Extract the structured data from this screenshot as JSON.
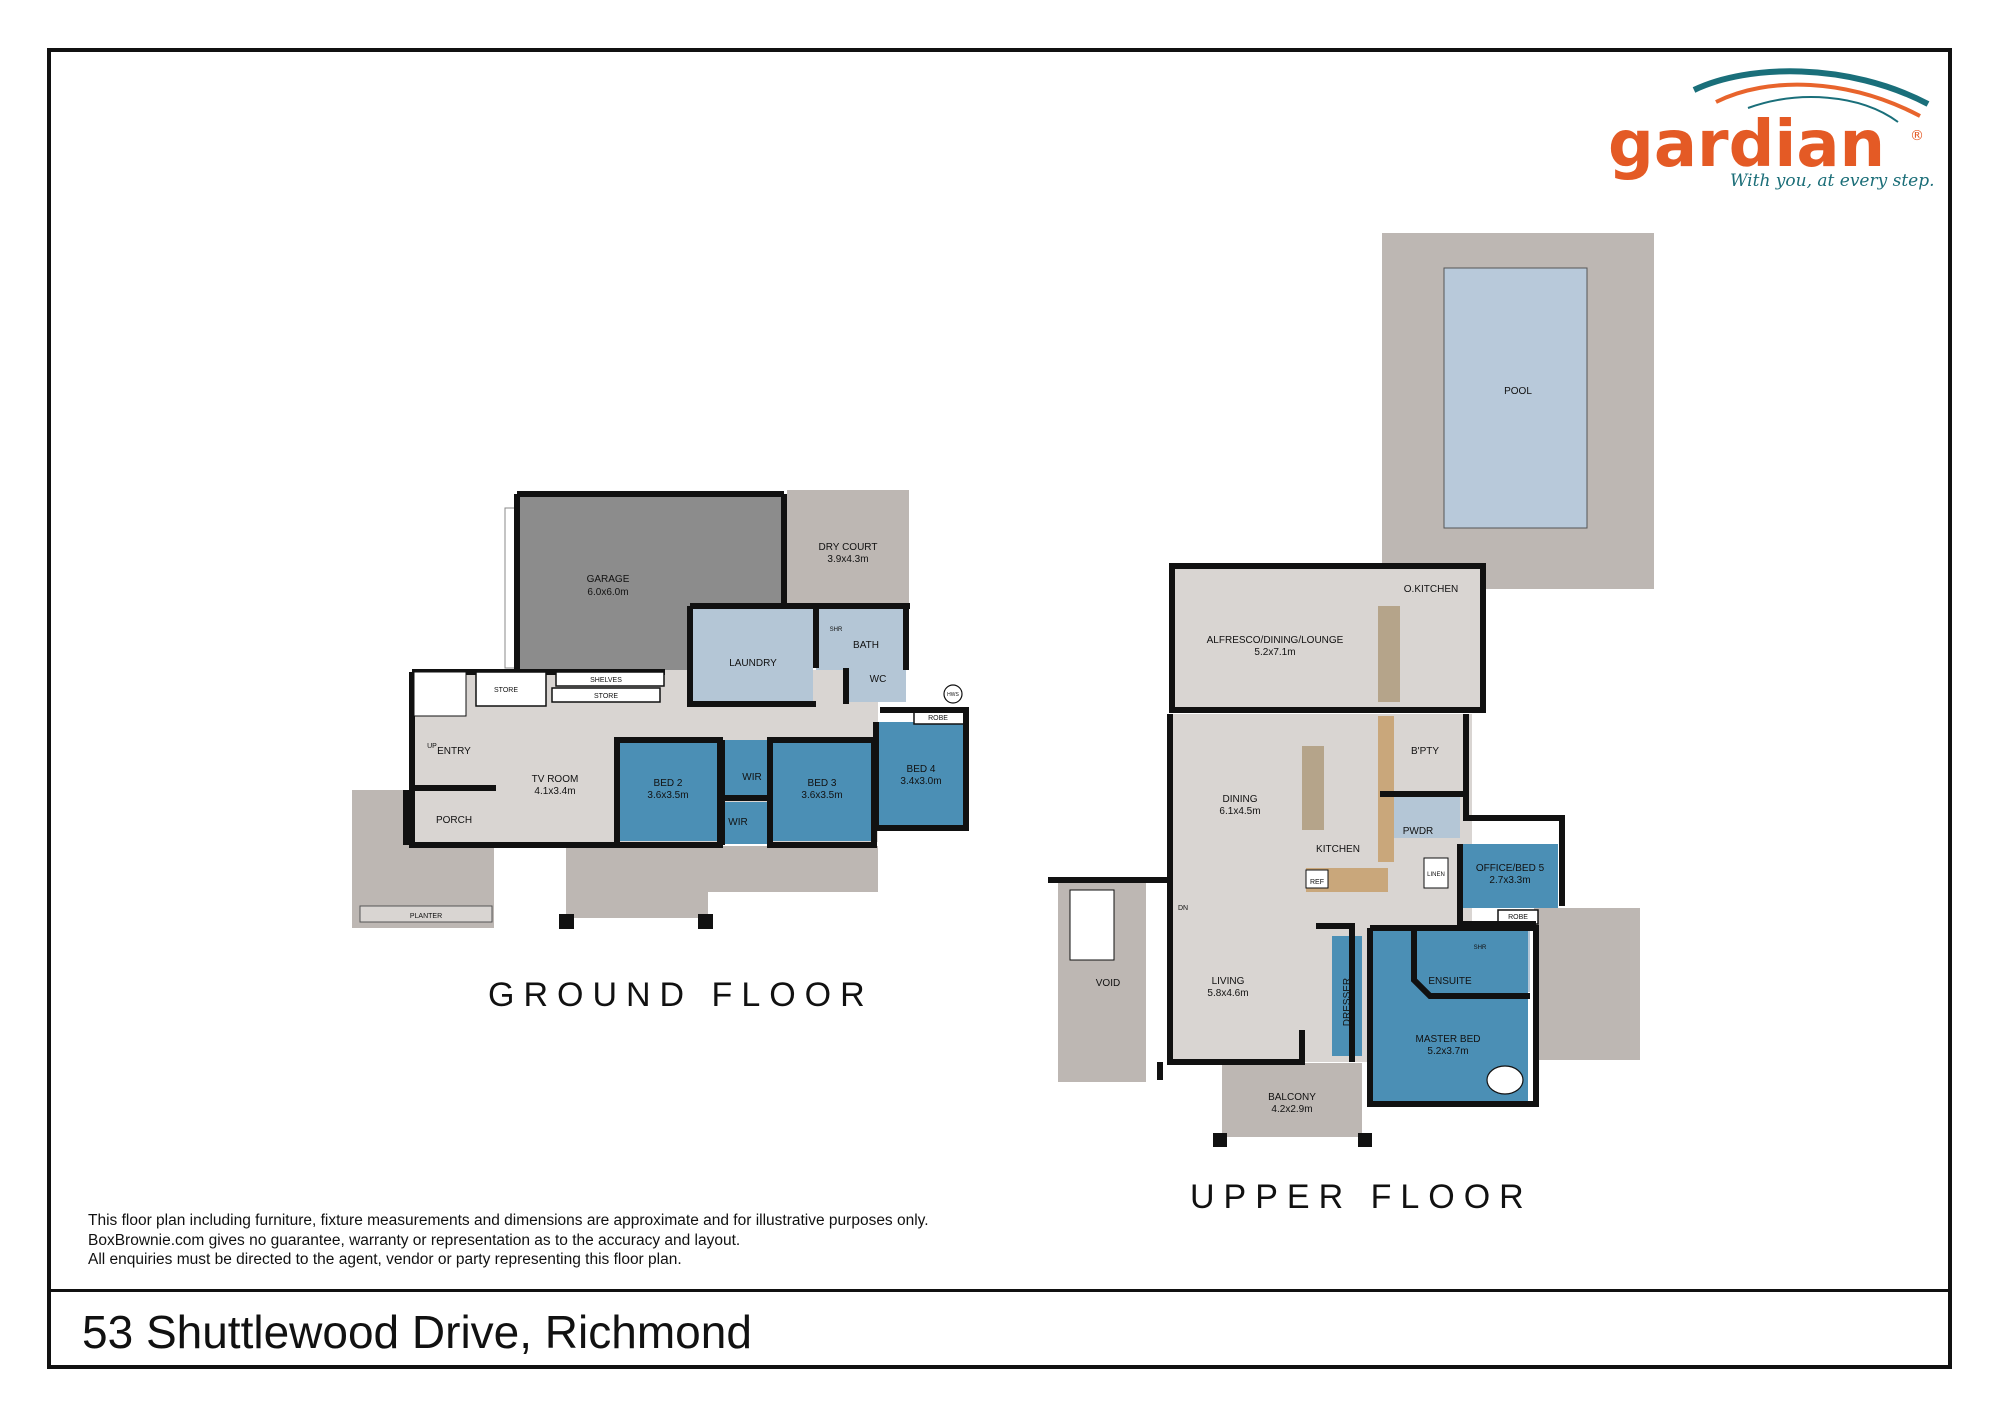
{
  "logo": {
    "brand": "gardian",
    "registered_mark": "®",
    "tagline": "With you, at every step.",
    "colors": {
      "brand_orange": "#e45a25",
      "arc_teal": "#1a6f7a",
      "arc_orange": "#e8642c",
      "tagline_teal": "#1b6e78"
    }
  },
  "ground_floor": {
    "title": "GROUND FLOOR",
    "rooms": {
      "garage": {
        "name": "GARAGE",
        "size": "6.0x6.0m"
      },
      "dry_court": {
        "name": "DRY COURT",
        "size": "3.9x4.3m"
      },
      "laundry": {
        "name": "LAUNDRY"
      },
      "shr": {
        "name": "SHR"
      },
      "bath": {
        "name": "BATH"
      },
      "wc": {
        "name": "WC"
      },
      "hws": {
        "name": "HWS"
      },
      "robe": {
        "name": "ROBE"
      },
      "shelves": {
        "name": "SHELVES"
      },
      "store1": {
        "name": "STORE"
      },
      "store2": {
        "name": "STORE"
      },
      "entry": {
        "name": "ENTRY"
      },
      "up": {
        "name": "UP"
      },
      "porch": {
        "name": "PORCH"
      },
      "planter": {
        "name": "PLANTER"
      },
      "tv_room": {
        "name": "TV ROOM",
        "size": "4.1x3.4m"
      },
      "bed2": {
        "name": "BED 2",
        "size": "3.6x3.5m"
      },
      "wir1": {
        "name": "WIR"
      },
      "wir2": {
        "name": "WIR"
      },
      "bed3": {
        "name": "BED 3",
        "size": "3.6x3.5m"
      },
      "bed4": {
        "name": "BED 4",
        "size": "3.4x3.0m"
      }
    }
  },
  "upper_floor": {
    "title": "UPPER FLOOR",
    "rooms": {
      "pool": {
        "name": "POOL"
      },
      "o_kitchen": {
        "name": "O.KITCHEN"
      },
      "alfresco": {
        "name": "ALFRESCO/DINING/LOUNGE",
        "size": "5.2x7.1m"
      },
      "bpty": {
        "name": "B'PTY"
      },
      "dining": {
        "name": "DINING",
        "size": "6.1x4.5m"
      },
      "kitchen": {
        "name": "KITCHEN"
      },
      "pwdr": {
        "name": "PWDR"
      },
      "ref": {
        "name": "REF"
      },
      "linen": {
        "name": "LINEN"
      },
      "office": {
        "name": "OFFICE/BED 5",
        "size": "2.7x3.3m"
      },
      "robe": {
        "name": "ROBE"
      },
      "dn": {
        "name": "DN"
      },
      "void": {
        "name": "VOID"
      },
      "living": {
        "name": "LIVING",
        "size": "5.8x4.6m"
      },
      "dresser": {
        "name": "DRESSER"
      },
      "shr": {
        "name": "SHR"
      },
      "ensuite": {
        "name": "ENSUITE"
      },
      "master_bed": {
        "name": "MASTER BED",
        "size": "5.2x3.7m"
      },
      "balcony": {
        "name": "BALCONY",
        "size": "4.2x2.9m"
      }
    }
  },
  "disclaimer": [
    "This floor plan including furniture, fixture measurements and dimensions are approximate and for illustrative purposes only.",
    "BoxBrownie.com gives no guarantee, warranty or representation as to the accuracy and layout.",
    "All enquiries must be directed to the agent, vendor or party representing this floor plan."
  ],
  "address": "53 Shuttlewood Drive, Richmond",
  "colors": {
    "garage": "#8c8c8c",
    "outdoor": "#bdb7b3",
    "floor": "#d9d5d2",
    "wet_area": "#b4c6d6",
    "bedroom": "#4b8fb5",
    "pool_water": "#b8c9da",
    "wall": "#111111"
  }
}
